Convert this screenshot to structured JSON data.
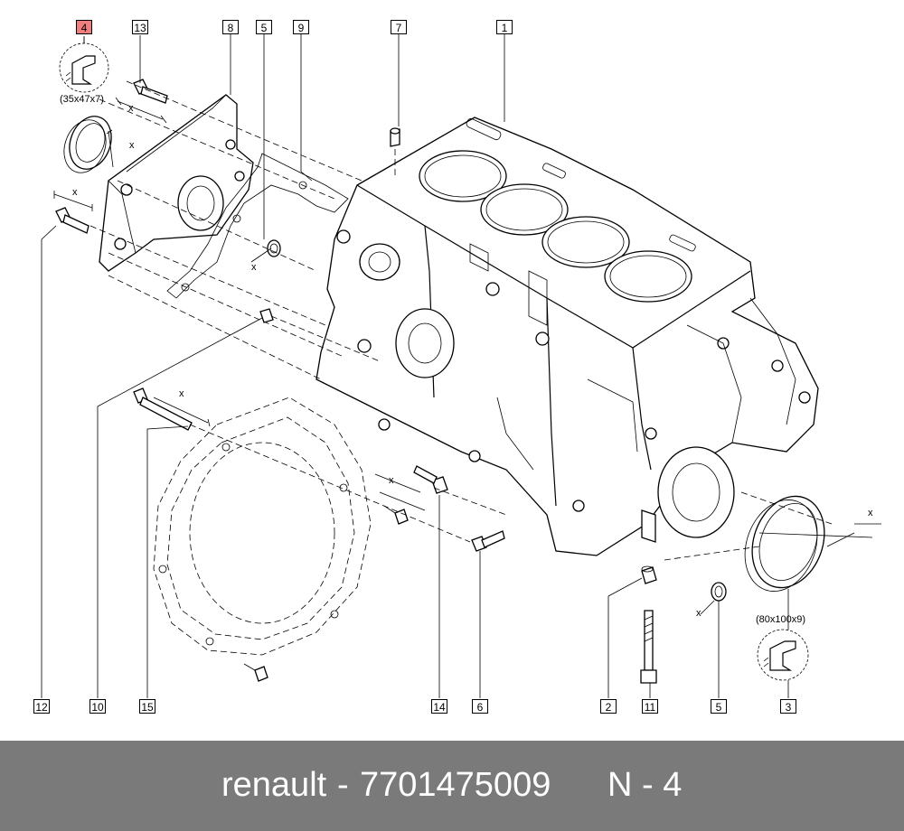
{
  "callouts": {
    "c1": "1",
    "c2": "2",
    "c3": "3",
    "c4": "4",
    "c5a": "5",
    "c5b": "5",
    "c6": "6",
    "c7": "7",
    "c8": "8",
    "c9": "9",
    "c10": "10",
    "c11": "11",
    "c12": "12",
    "c13": "13",
    "c14": "14",
    "c15": "15"
  },
  "dimensions": {
    "seal_small": "(35x47x7)",
    "seal_large": "(80x100x9)",
    "x_mark": "x"
  },
  "highlight_color": "#f08080",
  "footer": {
    "brand": "renault",
    "separator": "-",
    "part_number": "7701475009",
    "ref": "N - 4"
  },
  "footer_bg": "#7a7a7a"
}
